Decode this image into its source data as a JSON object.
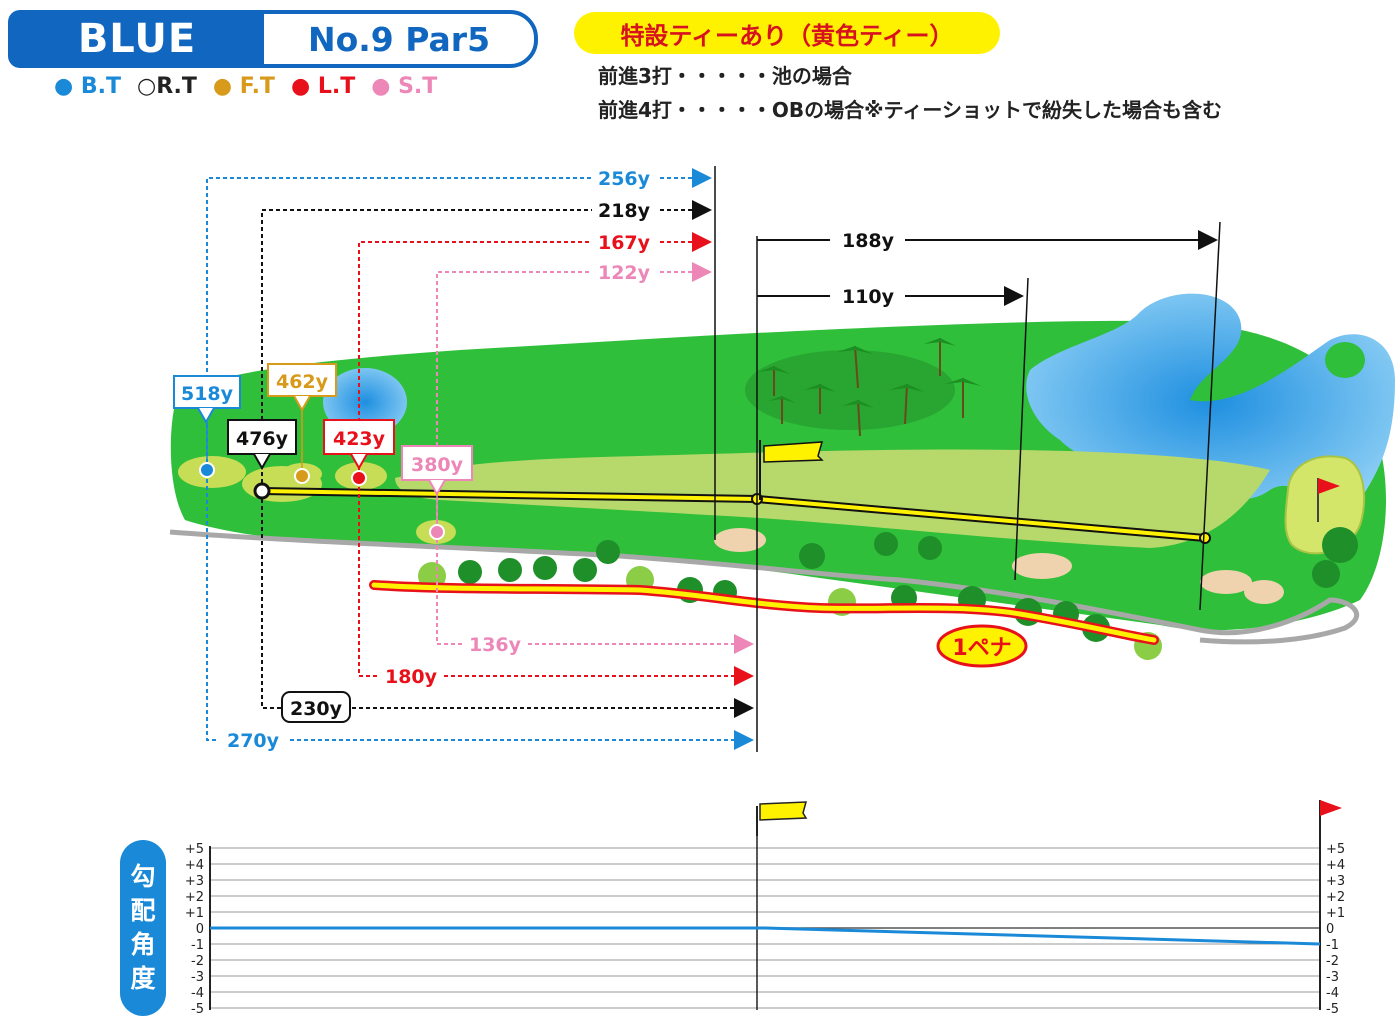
{
  "header": {
    "color": "BLUE",
    "hole_par": "No.9 Par5",
    "tees": [
      {
        "label": "B.T",
        "color": "#1a8ad8",
        "hollow": false
      },
      {
        "label": "R.T",
        "color": "#222222",
        "hollow": true
      },
      {
        "label": "F.T",
        "color": "#d89a1a",
        "hollow": false
      },
      {
        "label": "L.T",
        "color": "#e8101a",
        "hollow": false
      },
      {
        "label": "S.T",
        "color": "#ec87b8",
        "hollow": false
      }
    ]
  },
  "notice": {
    "special_tee": "特設ティーあり（黄色ティー）",
    "rule1": "前進3打・・・・・池の場合",
    "rule2": "前進4打・・・・・OBの場合※ティーショットで紛失した場合も含む"
  },
  "distances": {
    "top_blue": "256y",
    "top_black": "218y",
    "top_red": "167y",
    "top_pink": "122y",
    "right_a": "188y",
    "right_b": "110y",
    "bot_pink": "136y",
    "bot_red": "180y",
    "bot_black": "230y",
    "bot_blue": "270y"
  },
  "tee_yardages": {
    "blue": "518y",
    "gold": "462y",
    "black": "476y",
    "red": "423y",
    "pink": "380y"
  },
  "penalty_label": "1ペナ",
  "slope": {
    "title_chars": [
      "勾",
      "配",
      "角",
      "度"
    ],
    "ticks": [
      "+5",
      "+4",
      "+3",
      "+2",
      "+1",
      "0",
      "-1",
      "-2",
      "-3",
      "-4",
      "-5"
    ],
    "points": [
      [
        0,
        0
      ],
      [
        0.5,
        0
      ],
      [
        1,
        -1
      ]
    ]
  },
  "colors": {
    "blue": "#1166c0",
    "fairway": "#b7d96c",
    "rough": "#2fbf3a",
    "water": "#4aaee8",
    "yellow": "#fff200",
    "red": "#e8101a"
  }
}
